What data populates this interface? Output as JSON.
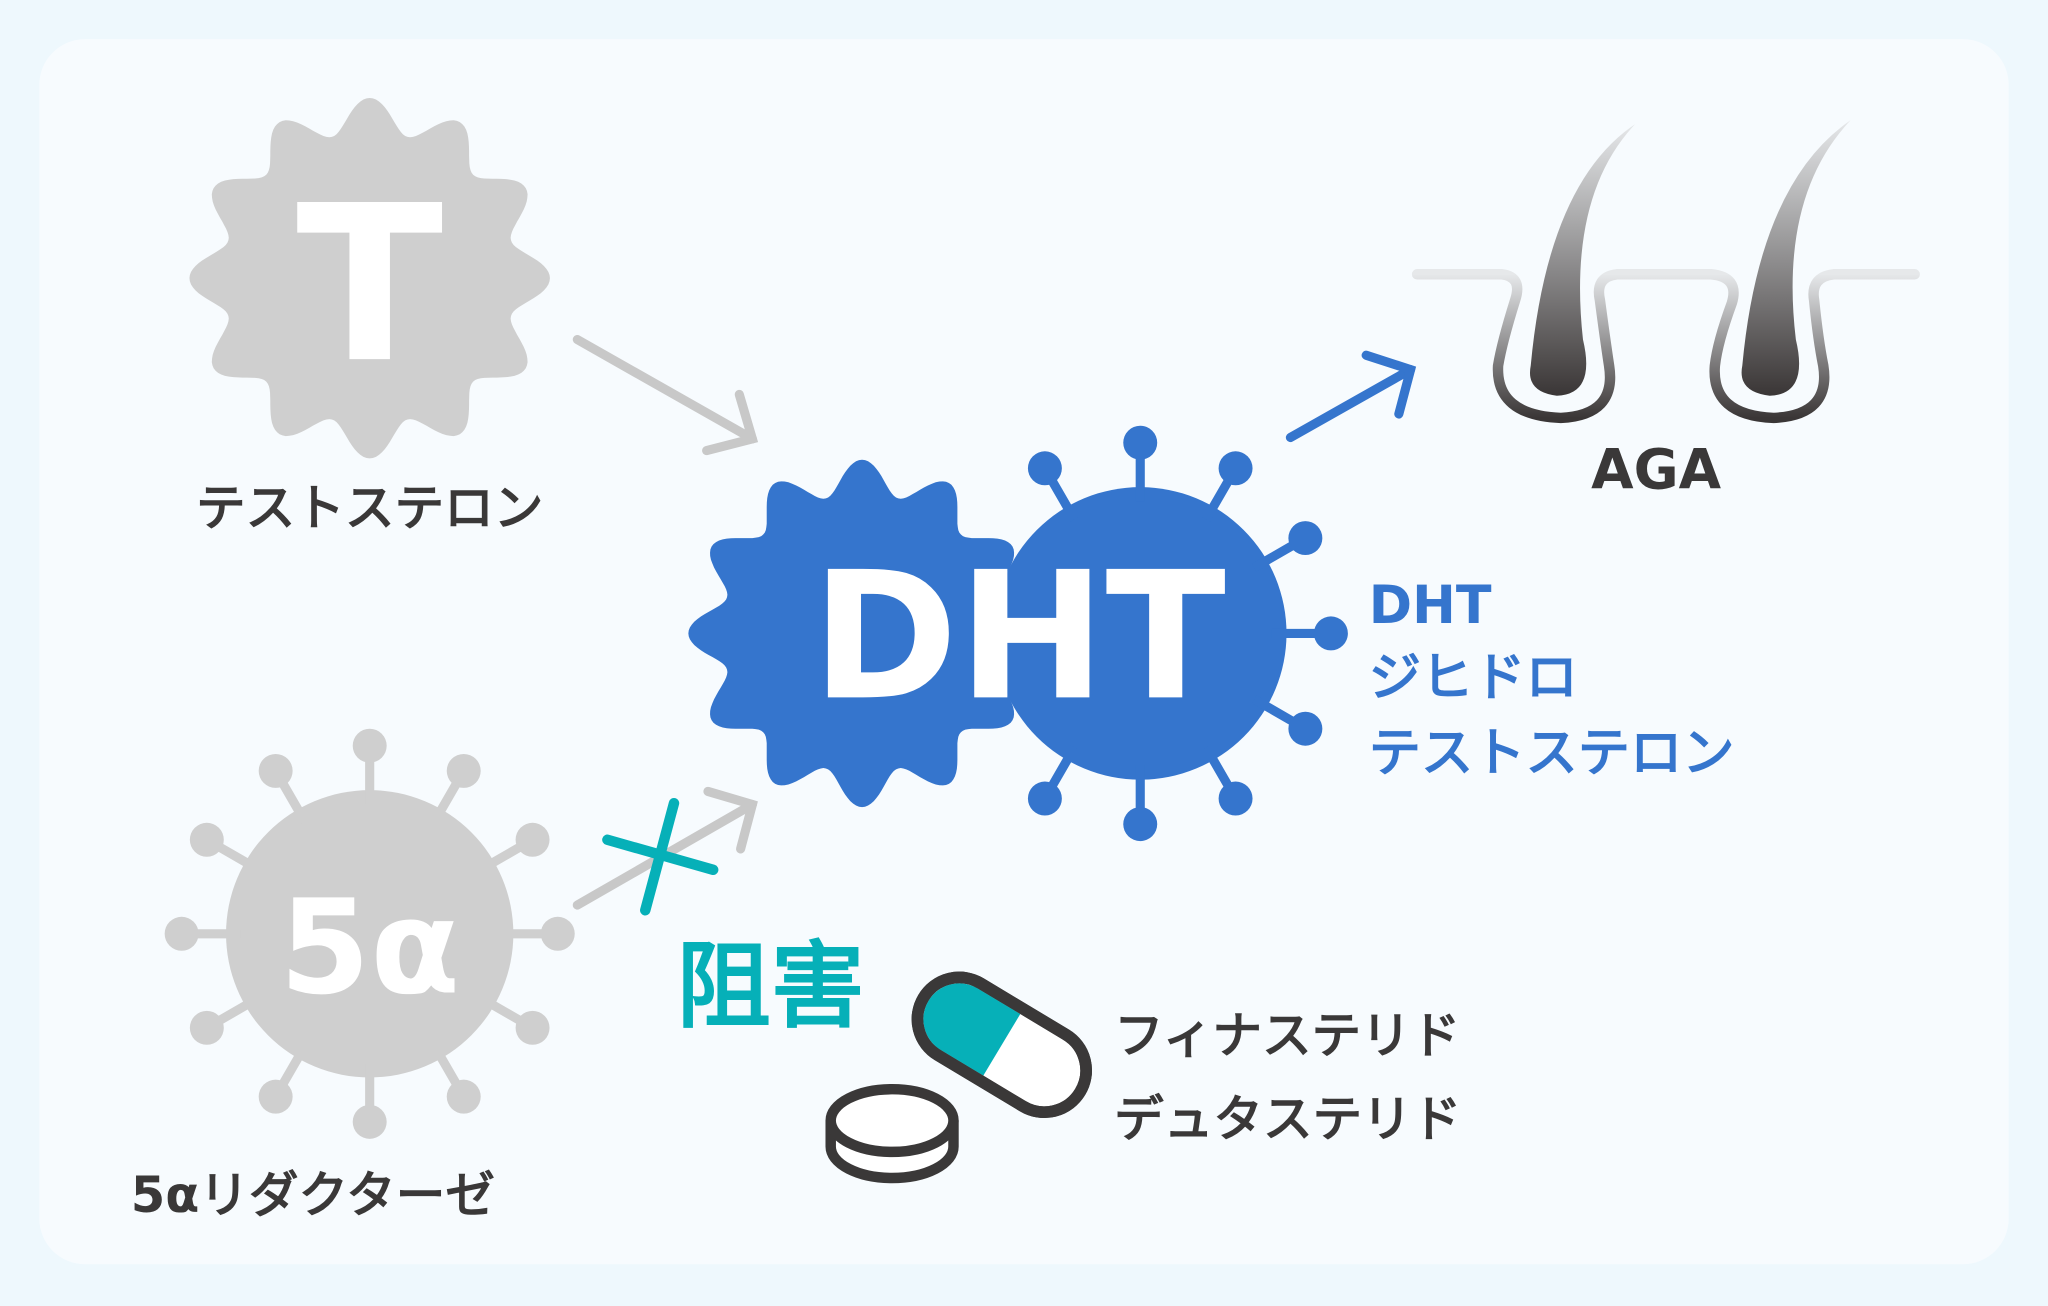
{
  "colors": {
    "background": "#eef8fd",
    "card": "#f7fbfe",
    "gray": "#cfcfcf",
    "arrow_gray": "#c8c8c8",
    "blue": "#3575cd",
    "teal": "#06b0b8",
    "dark": "#3a3838"
  },
  "testosterone": {
    "symbol": "T",
    "label": "テストステロン"
  },
  "dht": {
    "symbol": "DHT",
    "label_line1": "DHT",
    "label_line2": "ジヒドロ",
    "label_line3": "テストステロン"
  },
  "aga": {
    "label": "AGA"
  },
  "reductase": {
    "symbol": "5α",
    "label": "5αリダクターゼ"
  },
  "inhibit": {
    "label": "阻害"
  },
  "drugs": [
    "フィナステリド",
    "デュタステリド"
  ]
}
